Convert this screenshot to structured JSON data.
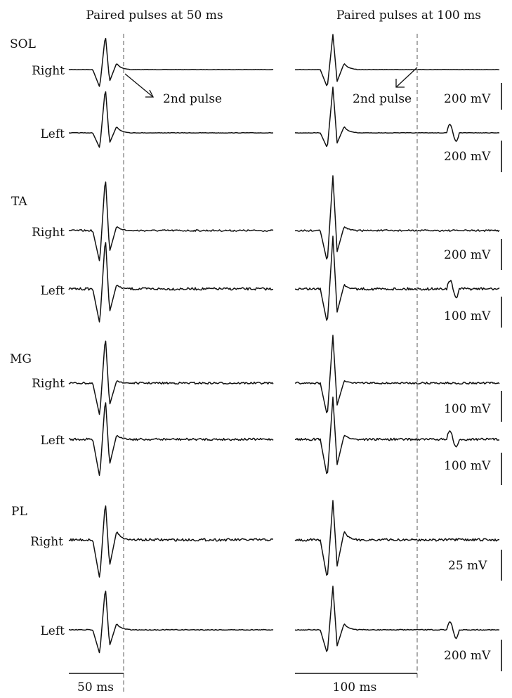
{
  "panels": [
    {
      "title": "Paired pulses at 50 ms",
      "time_scale_label": "50 ms",
      "annotation": "2nd pulse"
    },
    {
      "title": "Paired pulses at 100 ms",
      "time_scale_label": "100 ms",
      "annotation": "2nd pulse"
    }
  ],
  "muscles": [
    {
      "name": "SOL",
      "sides": [
        {
          "label": "Right",
          "scale": "200 mV",
          "second_response": false
        },
        {
          "label": "Left",
          "scale": "200 mV",
          "second_response": true
        }
      ]
    },
    {
      "name": "TA",
      "sides": [
        {
          "label": "Right",
          "scale": "200 mV",
          "second_response": false
        },
        {
          "label": "Left",
          "scale": "100 mV",
          "second_response": true
        }
      ]
    },
    {
      "name": "MG",
      "sides": [
        {
          "label": "Right",
          "scale": "100 mV",
          "second_response": false
        },
        {
          "label": "Left",
          "scale": "100 mV",
          "second_response": true
        }
      ]
    },
    {
      "name": "PL",
      "sides": [
        {
          "label": "Right",
          "scale": "25 mV",
          "second_response": false
        },
        {
          "label": "Left",
          "scale": "200 mV",
          "second_response": true
        }
      ]
    }
  ]
}
